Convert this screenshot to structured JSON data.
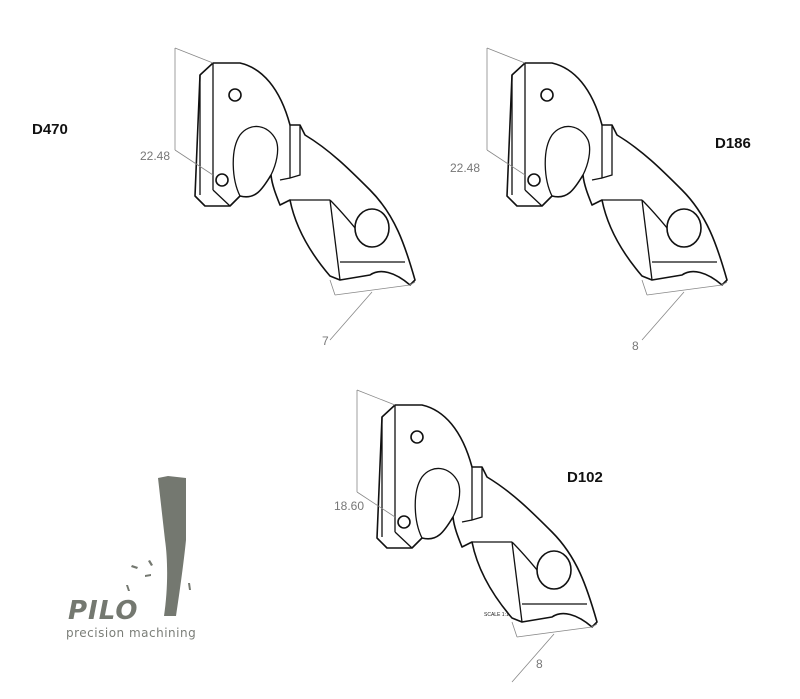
{
  "parts": [
    {
      "label": "D470",
      "height_dim": "22.48",
      "thickness_dim": "7"
    },
    {
      "label": "D186",
      "height_dim": "22.48",
      "thickness_dim": "8"
    },
    {
      "label": "D102",
      "height_dim": "18.60",
      "thickness_dim": "8"
    }
  ],
  "scale_note": "SCALE 1:1",
  "logo": {
    "name": "pilo",
    "tagline": "precision machining",
    "color": "#747870"
  }
}
